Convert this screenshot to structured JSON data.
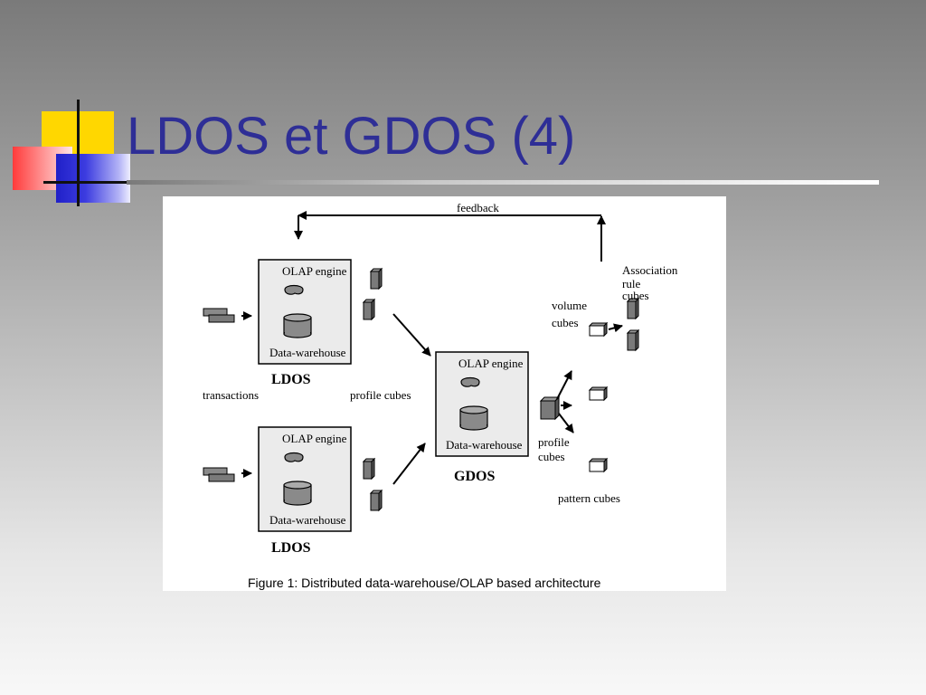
{
  "slide": {
    "title": "LDOS et GDOS (4)",
    "accent_color": "#2e2e96"
  },
  "figure": {
    "feedback_label": "feedback",
    "ldos_top": {
      "engine_label": "OLAP engine",
      "warehouse_label": "Data-warehouse",
      "name": "LDOS",
      "input_label": "transactions",
      "output_label": "profile cubes"
    },
    "ldos_bottom": {
      "engine_label": "OLAP engine",
      "warehouse_label": "Data-warehouse",
      "name": "LDOS"
    },
    "gdos": {
      "engine_label": "OLAP engine",
      "warehouse_label": "Data-warehouse",
      "name": "GDOS"
    },
    "outputs": {
      "association_line1": "Association",
      "association_line2": "rule",
      "association_line3": "cubes",
      "volume_line1": "volume",
      "volume_line2": "cubes",
      "profile_line1": "profile",
      "profile_line2": "cubes",
      "pattern_label": "pattern cubes"
    },
    "caption": "Figure 1: Distributed data-warehouse/OLAP based architecture"
  }
}
